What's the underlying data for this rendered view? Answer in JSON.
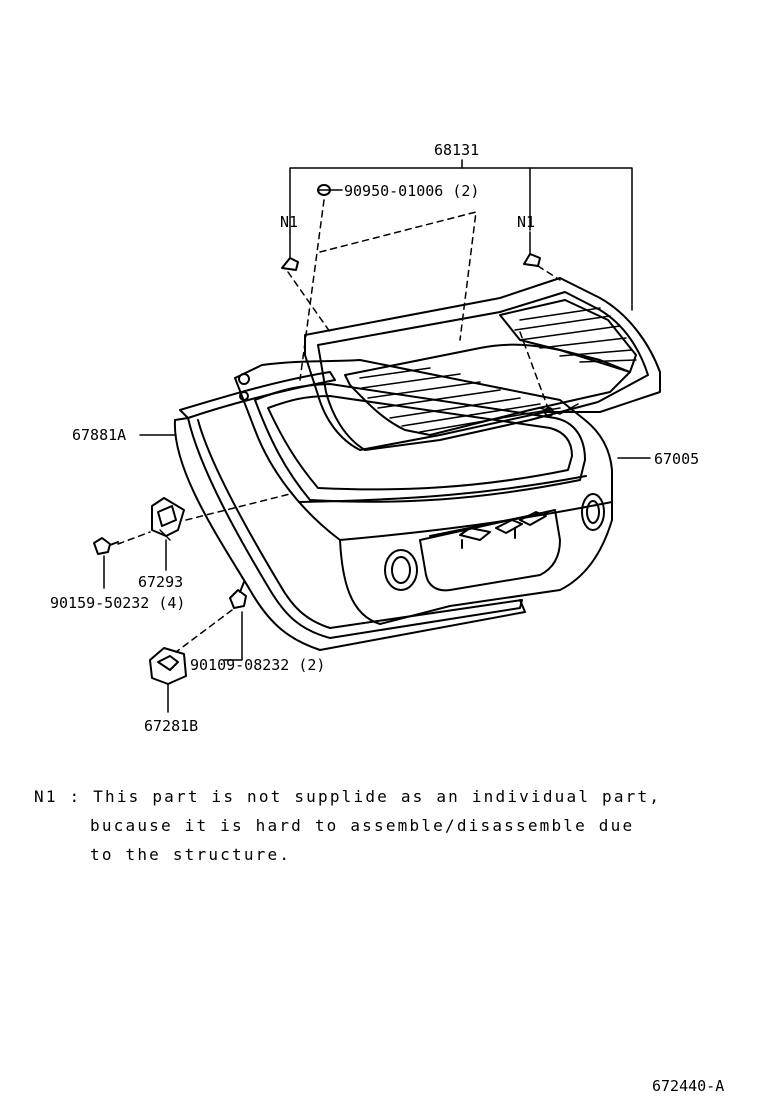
{
  "labels": {
    "p68131": "68131",
    "p90950": "90950-01006 (2)",
    "n1_left": "N1",
    "n1_right": "N1",
    "p67881A": "67881A",
    "p67005": "67005",
    "p67293": "67293",
    "p90159": "90159-50232 (4)",
    "p90109": "90109-08232 (2)",
    "p67281B": "67281B"
  },
  "note": {
    "marker": "N1 :",
    "line1": "This part is not supplide as an individual part,",
    "line2": "bucause it is hard to assemble/disassemble due",
    "line3": "to the structure."
  },
  "figure_code": "672440-A"
}
